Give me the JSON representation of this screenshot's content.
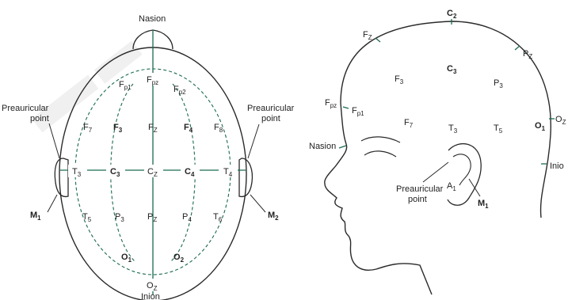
{
  "colors": {
    "outline": "#2a2a2a",
    "electrode_line": "#1a6b50",
    "dashed": "#1a6b50",
    "text": "#222222",
    "watermark": "#ececec"
  },
  "top_view": {
    "nasion": "Nasion",
    "inion": "Inion",
    "preauricular_left": [
      "Preauricular",
      "point"
    ],
    "preauricular_right": [
      "Preauricular",
      "point"
    ],
    "electrodes": {
      "fpz": [
        "F",
        "pz"
      ],
      "fp1": [
        "F",
        "p1"
      ],
      "fp2": [
        "F",
        "p2"
      ],
      "f7": [
        "F",
        "7"
      ],
      "f3": [
        "F",
        "3"
      ],
      "fz": [
        "F",
        "Z"
      ],
      "f4": [
        "F",
        "4"
      ],
      "f8": [
        "F",
        "8"
      ],
      "t3": [
        "T",
        "3"
      ],
      "c3": [
        "C",
        "3"
      ],
      "cz": [
        "C",
        "Z"
      ],
      "c4": [
        "C",
        "4"
      ],
      "t4": [
        "T",
        "4"
      ],
      "t5": [
        "T",
        "5"
      ],
      "p3": [
        "P",
        "3"
      ],
      "pz": [
        "P",
        "Z"
      ],
      "p4": [
        "P",
        "4"
      ],
      "t6": [
        "T",
        "6"
      ],
      "o1": [
        "O",
        "1"
      ],
      "o2": [
        "O",
        "2"
      ],
      "oz": [
        "O",
        "Z"
      ],
      "m1": [
        "M",
        "1"
      ],
      "m2": [
        "M",
        "2"
      ]
    }
  },
  "side_view": {
    "nasion": "Nasion",
    "inion": "Inio",
    "preauricular": [
      "Preauricular",
      "point"
    ],
    "electrodes": {
      "c2": [
        "C",
        "2"
      ],
      "fz": [
        "F",
        "Z"
      ],
      "pz": [
        "P",
        "Z"
      ],
      "c3": [
        "C",
        "3"
      ],
      "f3": [
        "F",
        "3"
      ],
      "p3": [
        "P",
        "3"
      ],
      "fpz": [
        "F",
        "pz"
      ],
      "fp1": [
        "F",
        "p1"
      ],
      "f7": [
        "F",
        "7"
      ],
      "t3": [
        "T",
        "3"
      ],
      "t5": [
        "T",
        "5"
      ],
      "o1": [
        "O",
        "1"
      ],
      "oz": [
        "O",
        "Z"
      ],
      "a1": [
        "A",
        "1"
      ],
      "m1": [
        "M",
        "1"
      ]
    }
  }
}
